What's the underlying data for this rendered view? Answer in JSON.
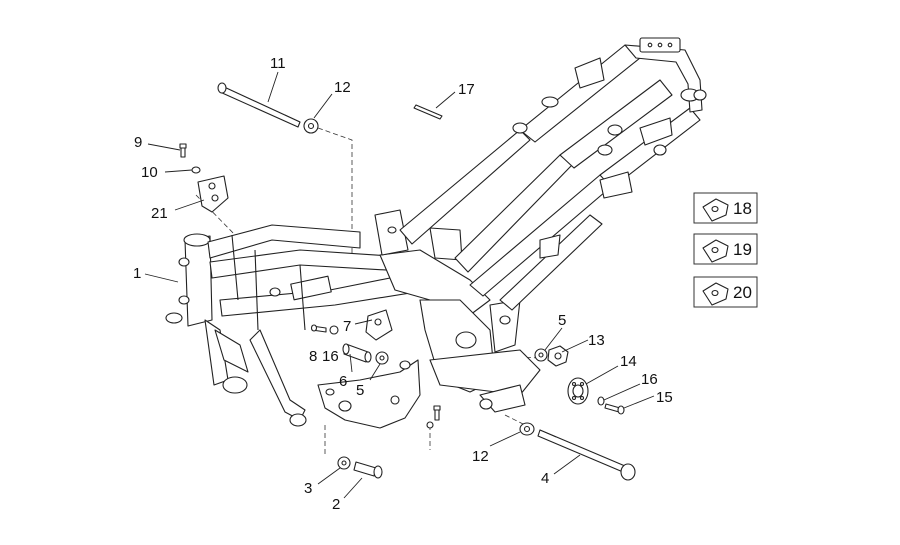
{
  "diagram": {
    "title": "",
    "callouts": {
      "c1": "1",
      "c2": "2",
      "c3": "3",
      "c4": "4",
      "c5a": "5",
      "c5b": "5",
      "c6": "6",
      "c7": "7",
      "c8": "8",
      "c9": "9",
      "c10": "10",
      "c11": "11",
      "c12a": "12",
      "c12b": "12",
      "c13": "13",
      "c14": "14",
      "c15": "15",
      "c16a": "16",
      "c16b": "16",
      "c17": "17",
      "c21": "21"
    },
    "legend": [
      {
        "label": "18",
        "icon": "clip-nut-icon"
      },
      {
        "label": "19",
        "icon": "clip-nut-icon"
      },
      {
        "label": "20",
        "icon": "clip-nut-icon"
      }
    ]
  },
  "colors": {
    "line": "#222222",
    "background": "#ffffff"
  }
}
